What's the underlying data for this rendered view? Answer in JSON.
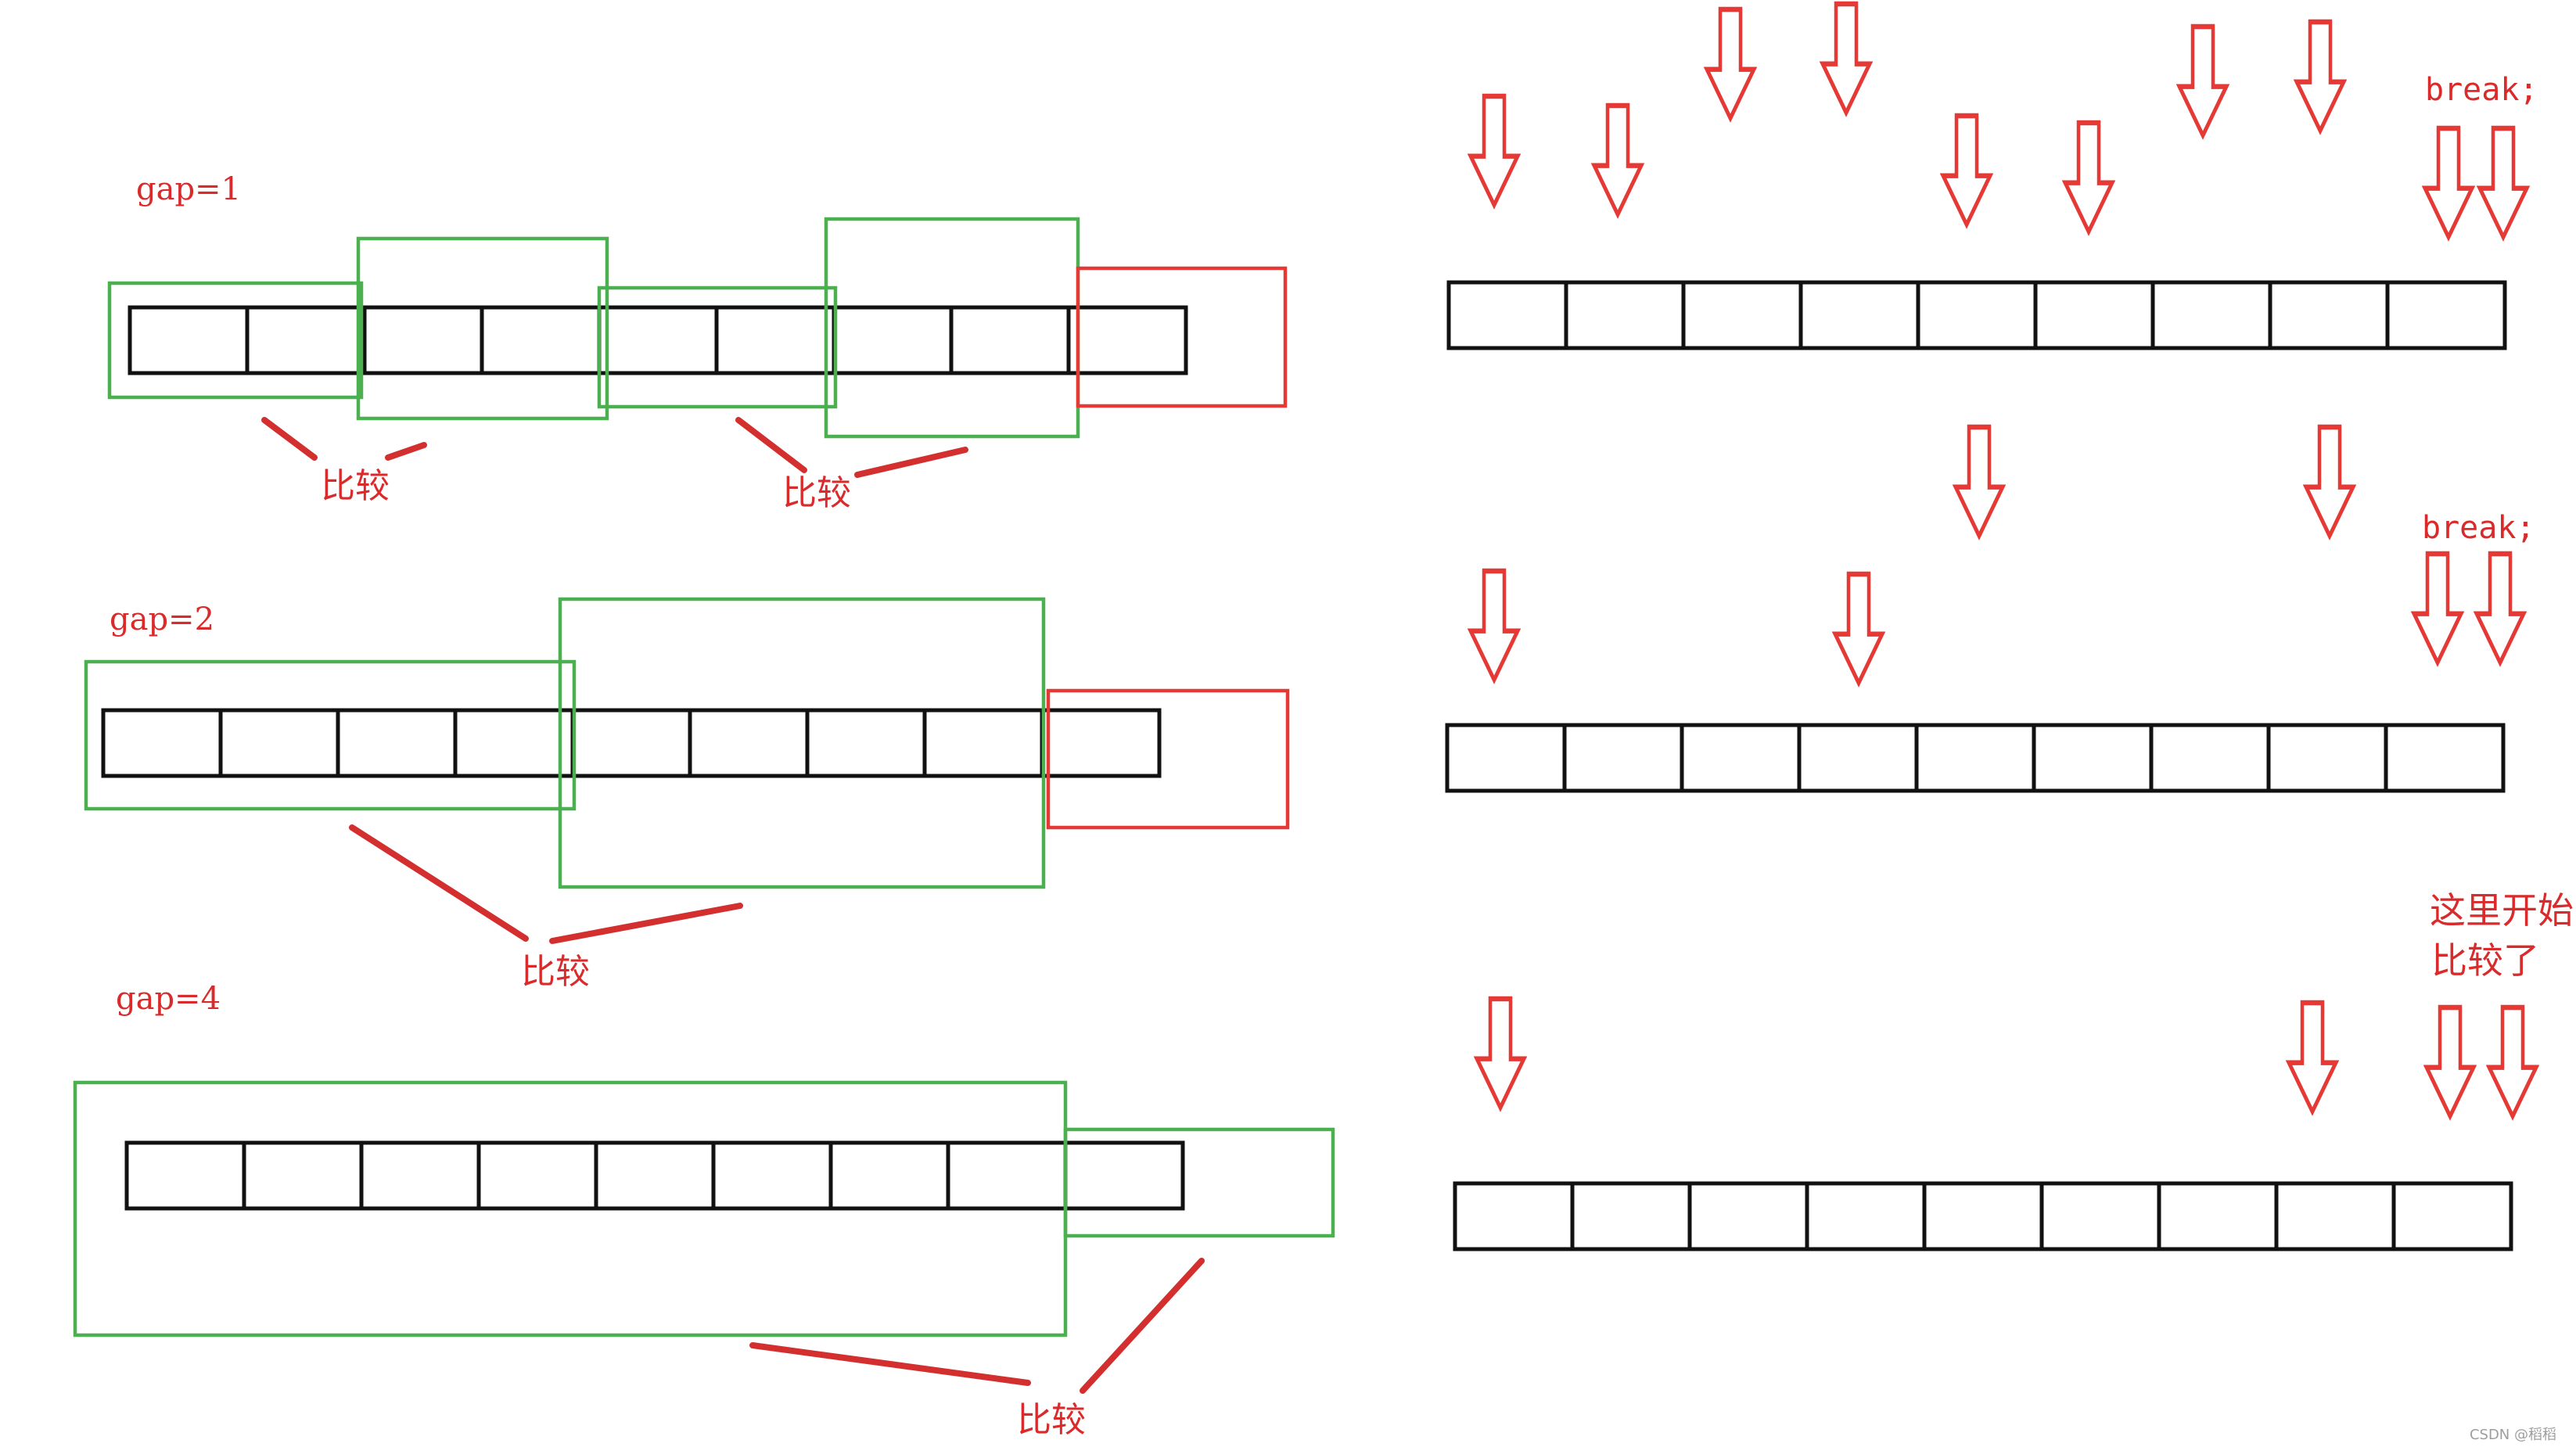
{
  "left_panel": {
    "rows": [
      {
        "gap_label": "gap=1",
        "cells": 9,
        "compare_labels": [
          "比较",
          "比较"
        ]
      },
      {
        "gap_label": "gap=2",
        "cells": 9,
        "compare_labels": [
          "比较"
        ]
      },
      {
        "gap_label": "gap=4",
        "cells": 9,
        "compare_labels": [
          "比较"
        ]
      }
    ]
  },
  "right_panel": {
    "rows": [
      {
        "cells": 9,
        "note": "break;"
      },
      {
        "cells": 9,
        "note": "break;"
      },
      {
        "cells": 9,
        "note_lines": [
          "这里开始",
          "比较了"
        ]
      }
    ]
  },
  "colors": {
    "green_frame": "#4caf50",
    "red_frame": "#e53935",
    "text_red": "#d92b2b",
    "cell_border": "#111111"
  },
  "watermark": "CSDN @稻稻"
}
